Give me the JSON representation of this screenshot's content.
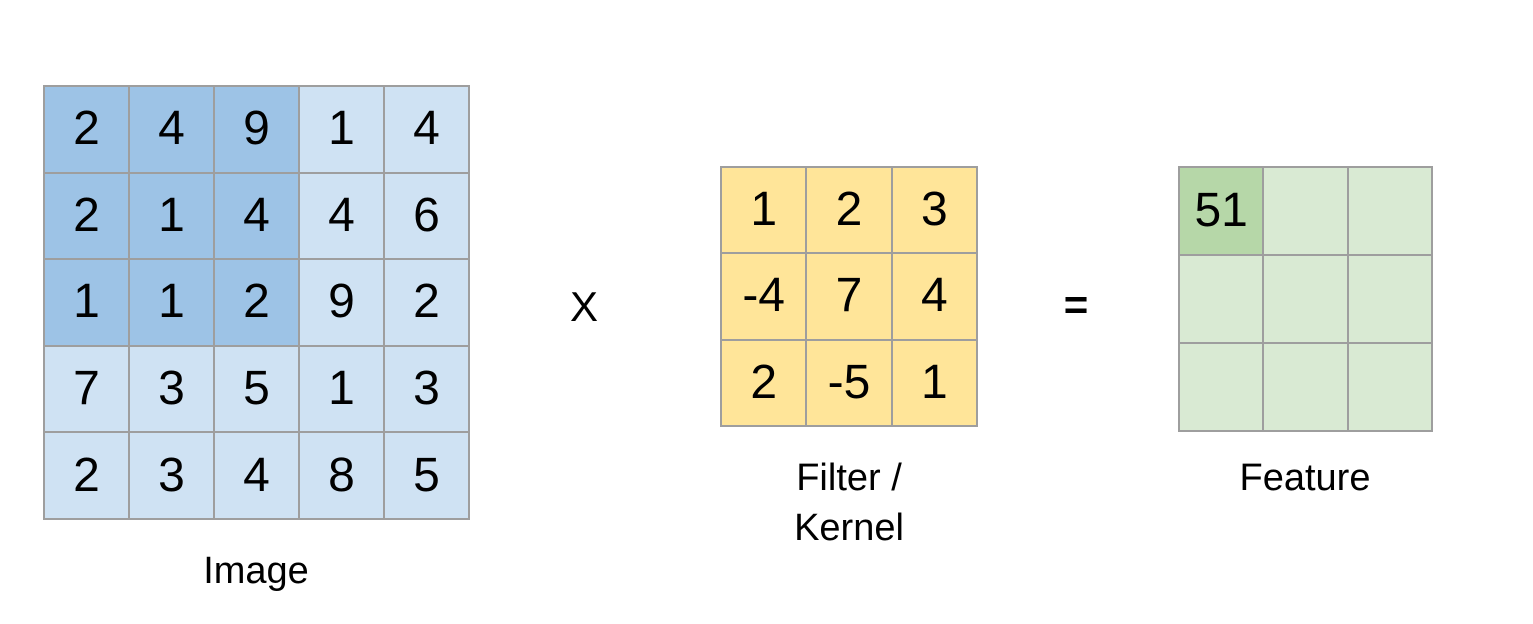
{
  "diagram": {
    "kind": "convolution-example",
    "operators": {
      "multiply": "X",
      "equals": "="
    },
    "colors": {
      "image_cell": "#cfe2f3",
      "image_cell_highlight": "#9dc3e6",
      "filter_cell": "#ffe599",
      "feature_cell": "#d9ead3",
      "feature_cell_highlight": "#b6d7a8",
      "grid_border": "#9e9e9e",
      "text": "#000000",
      "background": "#ffffff"
    },
    "image_matrix": {
      "label": "Image",
      "rows": [
        [
          2,
          4,
          9,
          1,
          4
        ],
        [
          2,
          1,
          4,
          4,
          6
        ],
        [
          1,
          1,
          2,
          9,
          2
        ],
        [
          7,
          3,
          5,
          1,
          3
        ],
        [
          2,
          3,
          4,
          8,
          5
        ]
      ],
      "highlight_region": {
        "row_start": 0,
        "row_end": 2,
        "col_start": 0,
        "col_end": 2
      }
    },
    "filter_matrix": {
      "label": "Filter /\nKernel",
      "rows": [
        [
          1,
          2,
          3
        ],
        [
          -4,
          7,
          4
        ],
        [
          2,
          -5,
          1
        ]
      ]
    },
    "feature_matrix": {
      "label": "Feature",
      "rows": [
        [
          "51",
          "",
          ""
        ],
        [
          "",
          "",
          ""
        ],
        [
          "",
          "",
          ""
        ]
      ],
      "highlight_cell": {
        "row": 0,
        "col": 0
      }
    }
  }
}
